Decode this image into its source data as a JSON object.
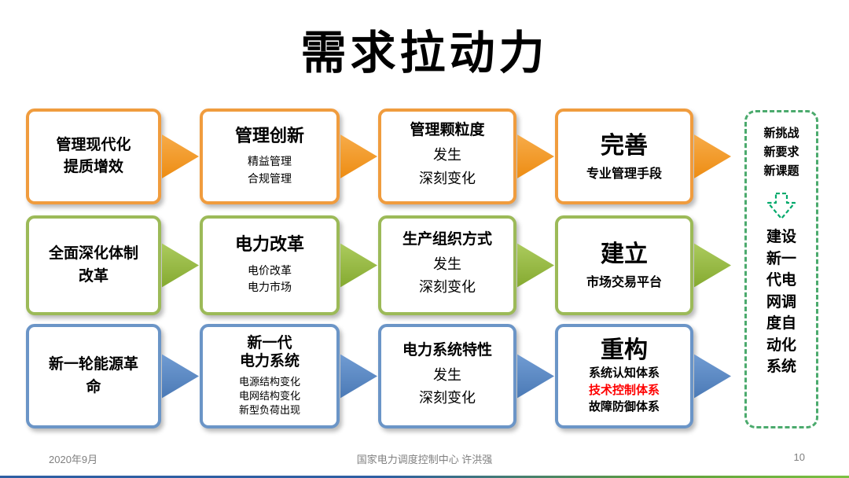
{
  "title": "需求拉动力",
  "rows": {
    "r1": {
      "b1": {
        "main": "管理现代化\n提质增效"
      },
      "b2": {
        "head": "管理创新",
        "sub": "精益管理\n合规管理"
      },
      "b3": {
        "head": "管理颗粒度",
        "body": "发生\n深刻变化"
      },
      "b4": {
        "big": "完善",
        "sub": "专业管理手段"
      }
    },
    "r2": {
      "b1": {
        "main": "全面深化体制\n改革"
      },
      "b2": {
        "head": "电力改革",
        "sub": "电价改革\n电力市场"
      },
      "b3": {
        "head": "生产组织方式",
        "body": "发生\n深刻变化"
      },
      "b4": {
        "big": "建立",
        "sub": "市场交易平台"
      }
    },
    "r3": {
      "b1": {
        "main": "新一轮能源革\n命"
      },
      "b2": {
        "head": "新一代\n电力系统",
        "sub": "电源结构变化\n电网结构变化\n新型负荷出现"
      },
      "b3": {
        "head": "电力系统特性",
        "body": "发生\n深刻变化"
      },
      "b4": {
        "big": "重构",
        "sub1": "系统认知体系",
        "sub2": "技术控制体系",
        "sub3": "故障防御体系"
      }
    }
  },
  "side": {
    "challenges": "新挑战\n新要求\n新课题",
    "goal": "建设\n新一\n代电\n网调\n度自\n动化\n系统"
  },
  "footer": {
    "date": "2020年9月",
    "credit": "国家电力调度控制中心 许洪强",
    "page": "10"
  },
  "colors": {
    "orange": "#ED8C12",
    "orange_hi": "#F7AC4A",
    "orange_border": "#F09C3E",
    "green": "#84A92F",
    "green_hi": "#ACCB5E",
    "green_border": "#9CBA58",
    "blue": "#4A79B5",
    "blue_hi": "#719CD3",
    "blue_border": "#6B95C7",
    "side_green": "#4BAA6D",
    "emerald": "#00A96B",
    "red": "#FF0000"
  }
}
